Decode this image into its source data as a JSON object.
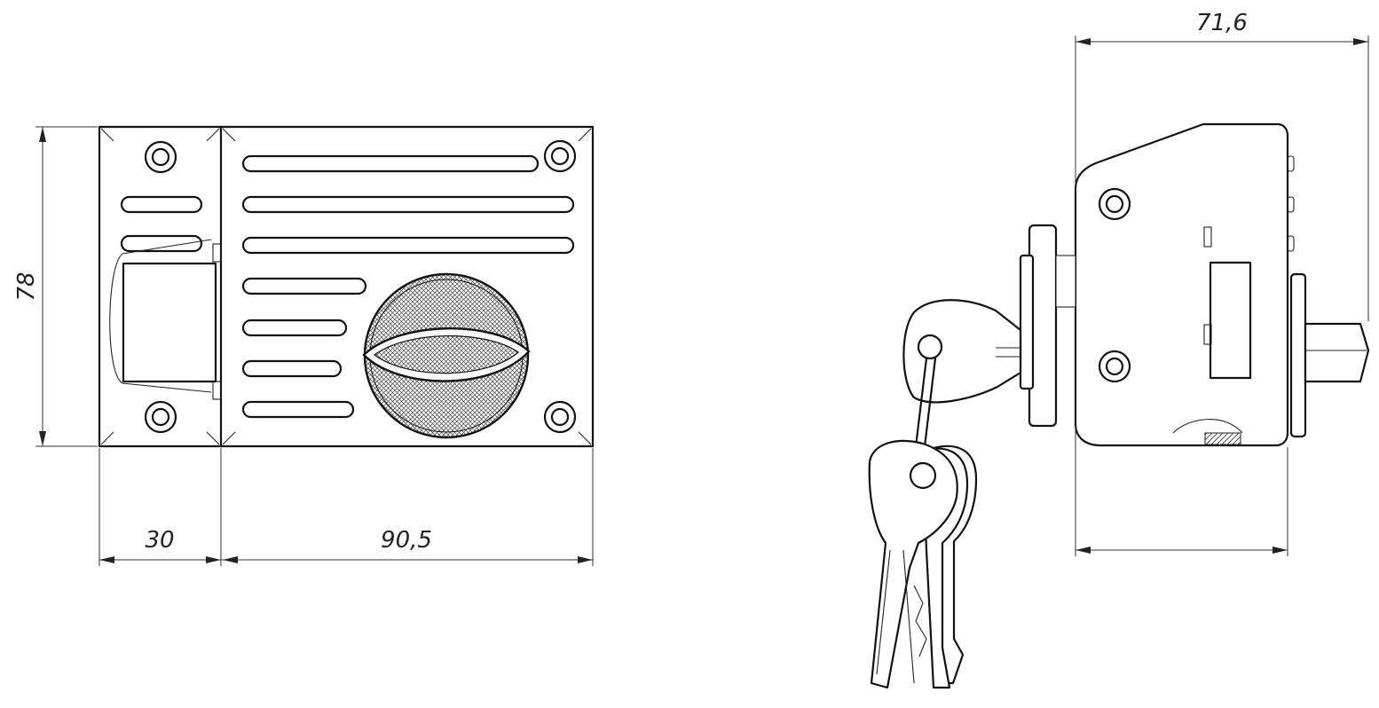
{
  "dimensions": {
    "height": "78",
    "left_width": "30",
    "right_width": "90,5",
    "side_width": "71,6"
  },
  "icons": [
    "screw-head-icon",
    "knob-icon",
    "key-icon"
  ],
  "colors": {
    "line": "#111111",
    "background": "#ffffff"
  }
}
